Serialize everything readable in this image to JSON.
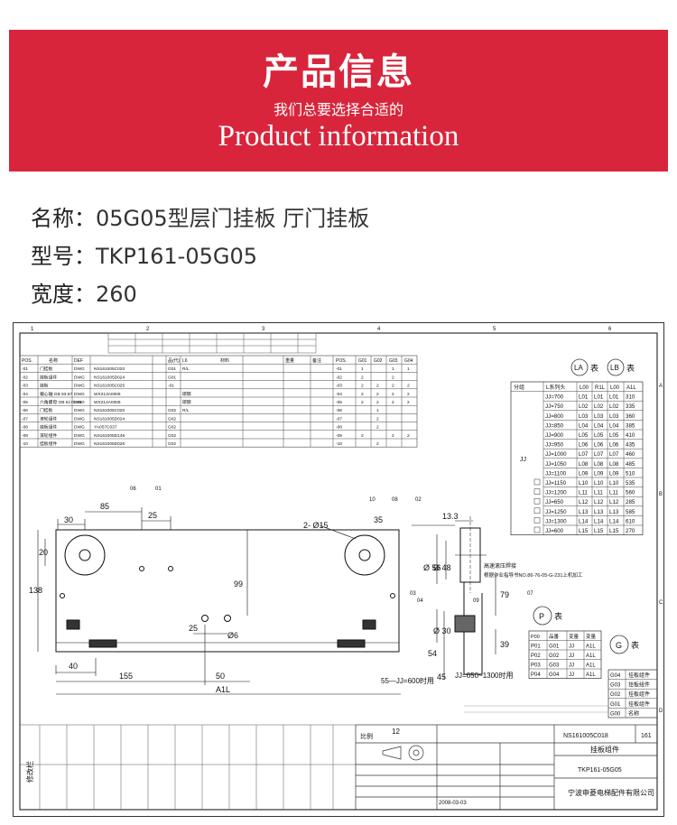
{
  "banner": {
    "title_cn": "产品信息",
    "subtitle_cn": "我们总要选择合适的",
    "title_en": "Product information"
  },
  "specs": {
    "name_label": "名称：",
    "name_value": "05G05型层门挂板 厅门挂板",
    "model_label": "型号：",
    "model_value": "TKP161-05G05",
    "width_label": "宽度：",
    "width_value": "260"
  },
  "drawing": {
    "grid_top": [
      "1",
      "2",
      "3",
      "4",
      "5",
      "6"
    ],
    "grid_side": [
      "A",
      "B",
      "C",
      "D"
    ],
    "parts_header": [
      "POS.",
      "名称",
      "DEF",
      "",
      "",
      "品(代)",
      "L6",
      "材料",
      "重量",
      "备注",
      "POS.",
      "G01",
      "G02",
      "G03",
      "G04"
    ],
    "parts": [
      [
        "-01",
        "门挂板",
        "DWG",
        "NS161005C020",
        "G01",
        "R/L",
        "-01",
        "1",
        "",
        "1",
        "1"
      ],
      [
        "-02",
        "挂板组件",
        "DWG",
        "NS161005D024",
        "G01",
        "",
        "-02",
        "2",
        "",
        "2",
        ""
      ],
      [
        "-03",
        "挂板",
        "DWG",
        "NS161005C025",
        "-01",
        "",
        "-03",
        "2",
        "2",
        "2",
        "2"
      ],
      [
        "-04",
        "偏心轴 GB 93-87",
        "DWG",
        "WX213A0006",
        "",
        "碳钢",
        "-04",
        "2",
        "2",
        "2",
        "2"
      ],
      [
        "-05",
        "六角螺母 GB 6170-86",
        "DWG",
        "WX212A0006",
        "",
        "碳钢",
        "-05",
        "2",
        "2",
        "2",
        "2"
      ],
      [
        "-06",
        "门挂板",
        "DWG",
        "NS161005C020",
        "G02",
        "R/L",
        "-06",
        "",
        "1",
        "",
        ""
      ],
      [
        "-07",
        "滚轮组件",
        "DWG",
        "NS161005D024",
        "G02",
        "",
        "-07",
        "",
        "2",
        "",
        ""
      ],
      [
        "-08",
        "挂板组件",
        "DWG",
        "YA057C037",
        "G02",
        "",
        "-08",
        "",
        "2",
        "",
        ""
      ],
      [
        "-09",
        "滚轮组件",
        "DWG",
        "NS161005D148",
        "G02",
        "",
        "-09",
        "2",
        "",
        "2",
        "2"
      ],
      [
        "-10",
        "挂板组件",
        "DWG",
        "NS161005D026",
        "G02",
        "",
        "-10",
        "",
        "2",
        "",
        ""
      ]
    ],
    "la_label": "LA",
    "lb_label": "LB",
    "table_word": "表",
    "la_header": [
      "分组",
      "L系列头",
      "L00",
      "R1L",
      "L00",
      "A1L"
    ],
    "la_group": "JJ",
    "la_rows": [
      [
        "JJ=700",
        "L01",
        "L01",
        "L01",
        "310"
      ],
      [
        "JJ=750",
        "L02",
        "L02",
        "L02",
        "335"
      ],
      [
        "JJ=800",
        "L03",
        "L03",
        "L03",
        "360"
      ],
      [
        "JJ=850",
        "L04",
        "L04",
        "L04",
        "385"
      ],
      [
        "JJ=900",
        "L05",
        "L05",
        "L05",
        "410"
      ],
      [
        "JJ=950",
        "L06",
        "L06",
        "L06",
        "435"
      ],
      [
        "JJ=1000",
        "L07",
        "L07",
        "L07",
        "460"
      ],
      [
        "JJ=1050",
        "L08",
        "L08",
        "L08",
        "485"
      ],
      [
        "JJ=1100",
        "L09",
        "L09",
        "L09",
        "510"
      ],
      [
        "JJ=1150",
        "L10",
        "L10",
        "L10",
        "535"
      ],
      [
        "JJ=1200",
        "L11",
        "L11",
        "L11",
        "560"
      ],
      [
        "JJ=650",
        "L12",
        "L12",
        "L12",
        "285"
      ],
      [
        "JJ=1250",
        "L13",
        "L13",
        "L13",
        "585"
      ],
      [
        "JJ=1300",
        "L14",
        "L14",
        "L14",
        "610"
      ],
      [
        "JJ=600",
        "L15",
        "L15",
        "L15",
        "270"
      ]
    ],
    "p_label": "P",
    "p_header": [
      "P00",
      "品番",
      "变量",
      "变量"
    ],
    "p_rows": [
      [
        "P01",
        "G01",
        "JJ",
        "A1L"
      ],
      [
        "P02",
        "G02",
        "JJ",
        "A1L"
      ],
      [
        "P03",
        "G03",
        "JJ",
        "A1L"
      ],
      [
        "P04",
        "G04",
        "JJ",
        "A1L"
      ]
    ],
    "g_label": "G",
    "g_rows": [
      [
        "G04",
        "挂板组件"
      ],
      [
        "G03",
        "挂板组件"
      ],
      [
        "G02",
        "挂板组件"
      ],
      [
        "G01",
        "挂板组件"
      ],
      [
        "G00",
        "名称"
      ]
    ],
    "dims": {
      "d30": "30",
      "d85": "85",
      "d25a": "25",
      "d20": "20",
      "d138": "138",
      "d99": "99",
      "d25b": "25",
      "d6": "Ø6",
      "d40": "40",
      "d155": "155",
      "d50": "50",
      "a1l": "A1L",
      "d15": "2- Ø15",
      "d35": "35",
      "d133": "13.3",
      "d56": "Ø 56",
      "d48": "Ø 48",
      "d79": "79",
      "d30v": "Ø 30",
      "d54": "54",
      "d39": "39",
      "jj1": "55—JJ=600时用",
      "jj2": "JJ=650~1300时用",
      "d45": "45"
    },
    "callouts": [
      "06",
      "01",
      "10",
      "08",
      "02",
      "03",
      "04",
      "09",
      "07"
    ],
    "notes": [
      "高速滚压焊接",
      "根据作业指导书NO.86-76-05-G-231上机加工"
    ],
    "title_block": {
      "doc_no": "NS161005C018",
      "sheet": "161",
      "name": "挂板组件",
      "model": "TKP161-05G05",
      "company": "宁波申菱电梯配件有限公司",
      "scale_label": "比例",
      "scale_value": "12",
      "date": "2008-03-03",
      "rev_label": "修改栏"
    }
  }
}
